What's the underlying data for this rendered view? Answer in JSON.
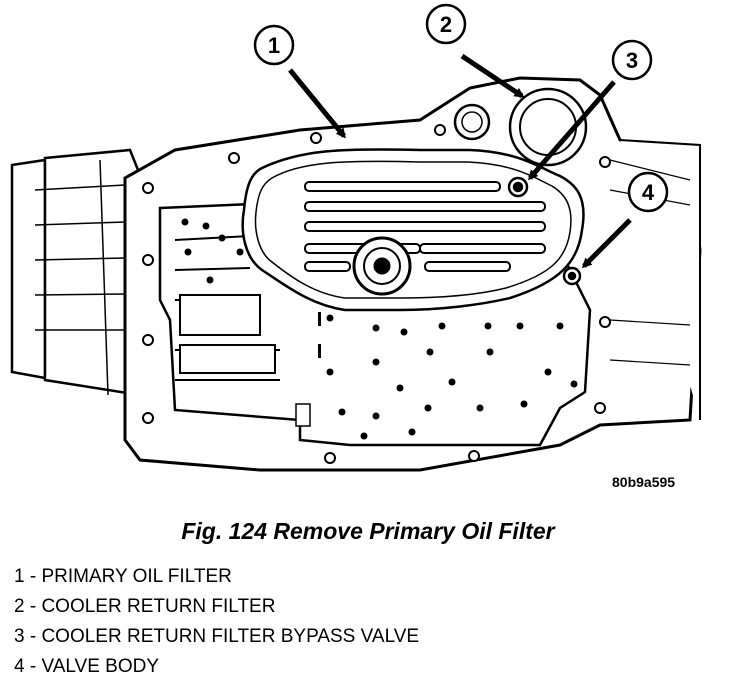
{
  "figure": {
    "callouts": [
      "1",
      "2",
      "3",
      "4"
    ],
    "code": "80b9a595"
  },
  "caption": "Fig. 124 Remove Primary Oil Filter",
  "legend": [
    "1 - PRIMARY OIL FILTER",
    "2 - COOLER RETURN FILTER",
    "3 - COOLER RETURN FILTER BYPASS VALVE",
    "4 - VALVE BODY"
  ]
}
